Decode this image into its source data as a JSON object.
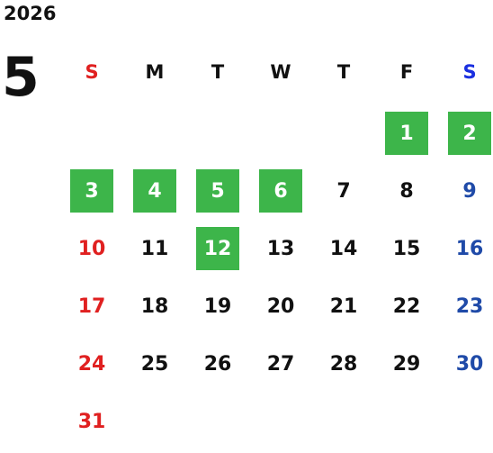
{
  "calendar": {
    "year": "2026",
    "month": "5",
    "weekdays": [
      "S",
      "M",
      "T",
      "W",
      "T",
      "F",
      "S"
    ],
    "weeks": [
      [
        "",
        "",
        "",
        "",
        "",
        "1",
        "2"
      ],
      [
        "3",
        "4",
        "5",
        "6",
        "7",
        "8",
        "9"
      ],
      [
        "10",
        "11",
        "12",
        "13",
        "14",
        "15",
        "16"
      ],
      [
        "17",
        "18",
        "19",
        "20",
        "21",
        "22",
        "23"
      ],
      [
        "24",
        "25",
        "26",
        "27",
        "28",
        "29",
        "30"
      ],
      [
        "31",
        "",
        "",
        "",
        "",
        "",
        ""
      ]
    ],
    "highlighted_days": [
      "1",
      "2",
      "3",
      "4",
      "5",
      "6",
      "12"
    ]
  },
  "colors": {
    "highlight": "#3db54a",
    "sunday": "#e02020",
    "saturday": "#1f4aa8",
    "header_saturday": "#1a2fe0",
    "text": "#111111"
  }
}
